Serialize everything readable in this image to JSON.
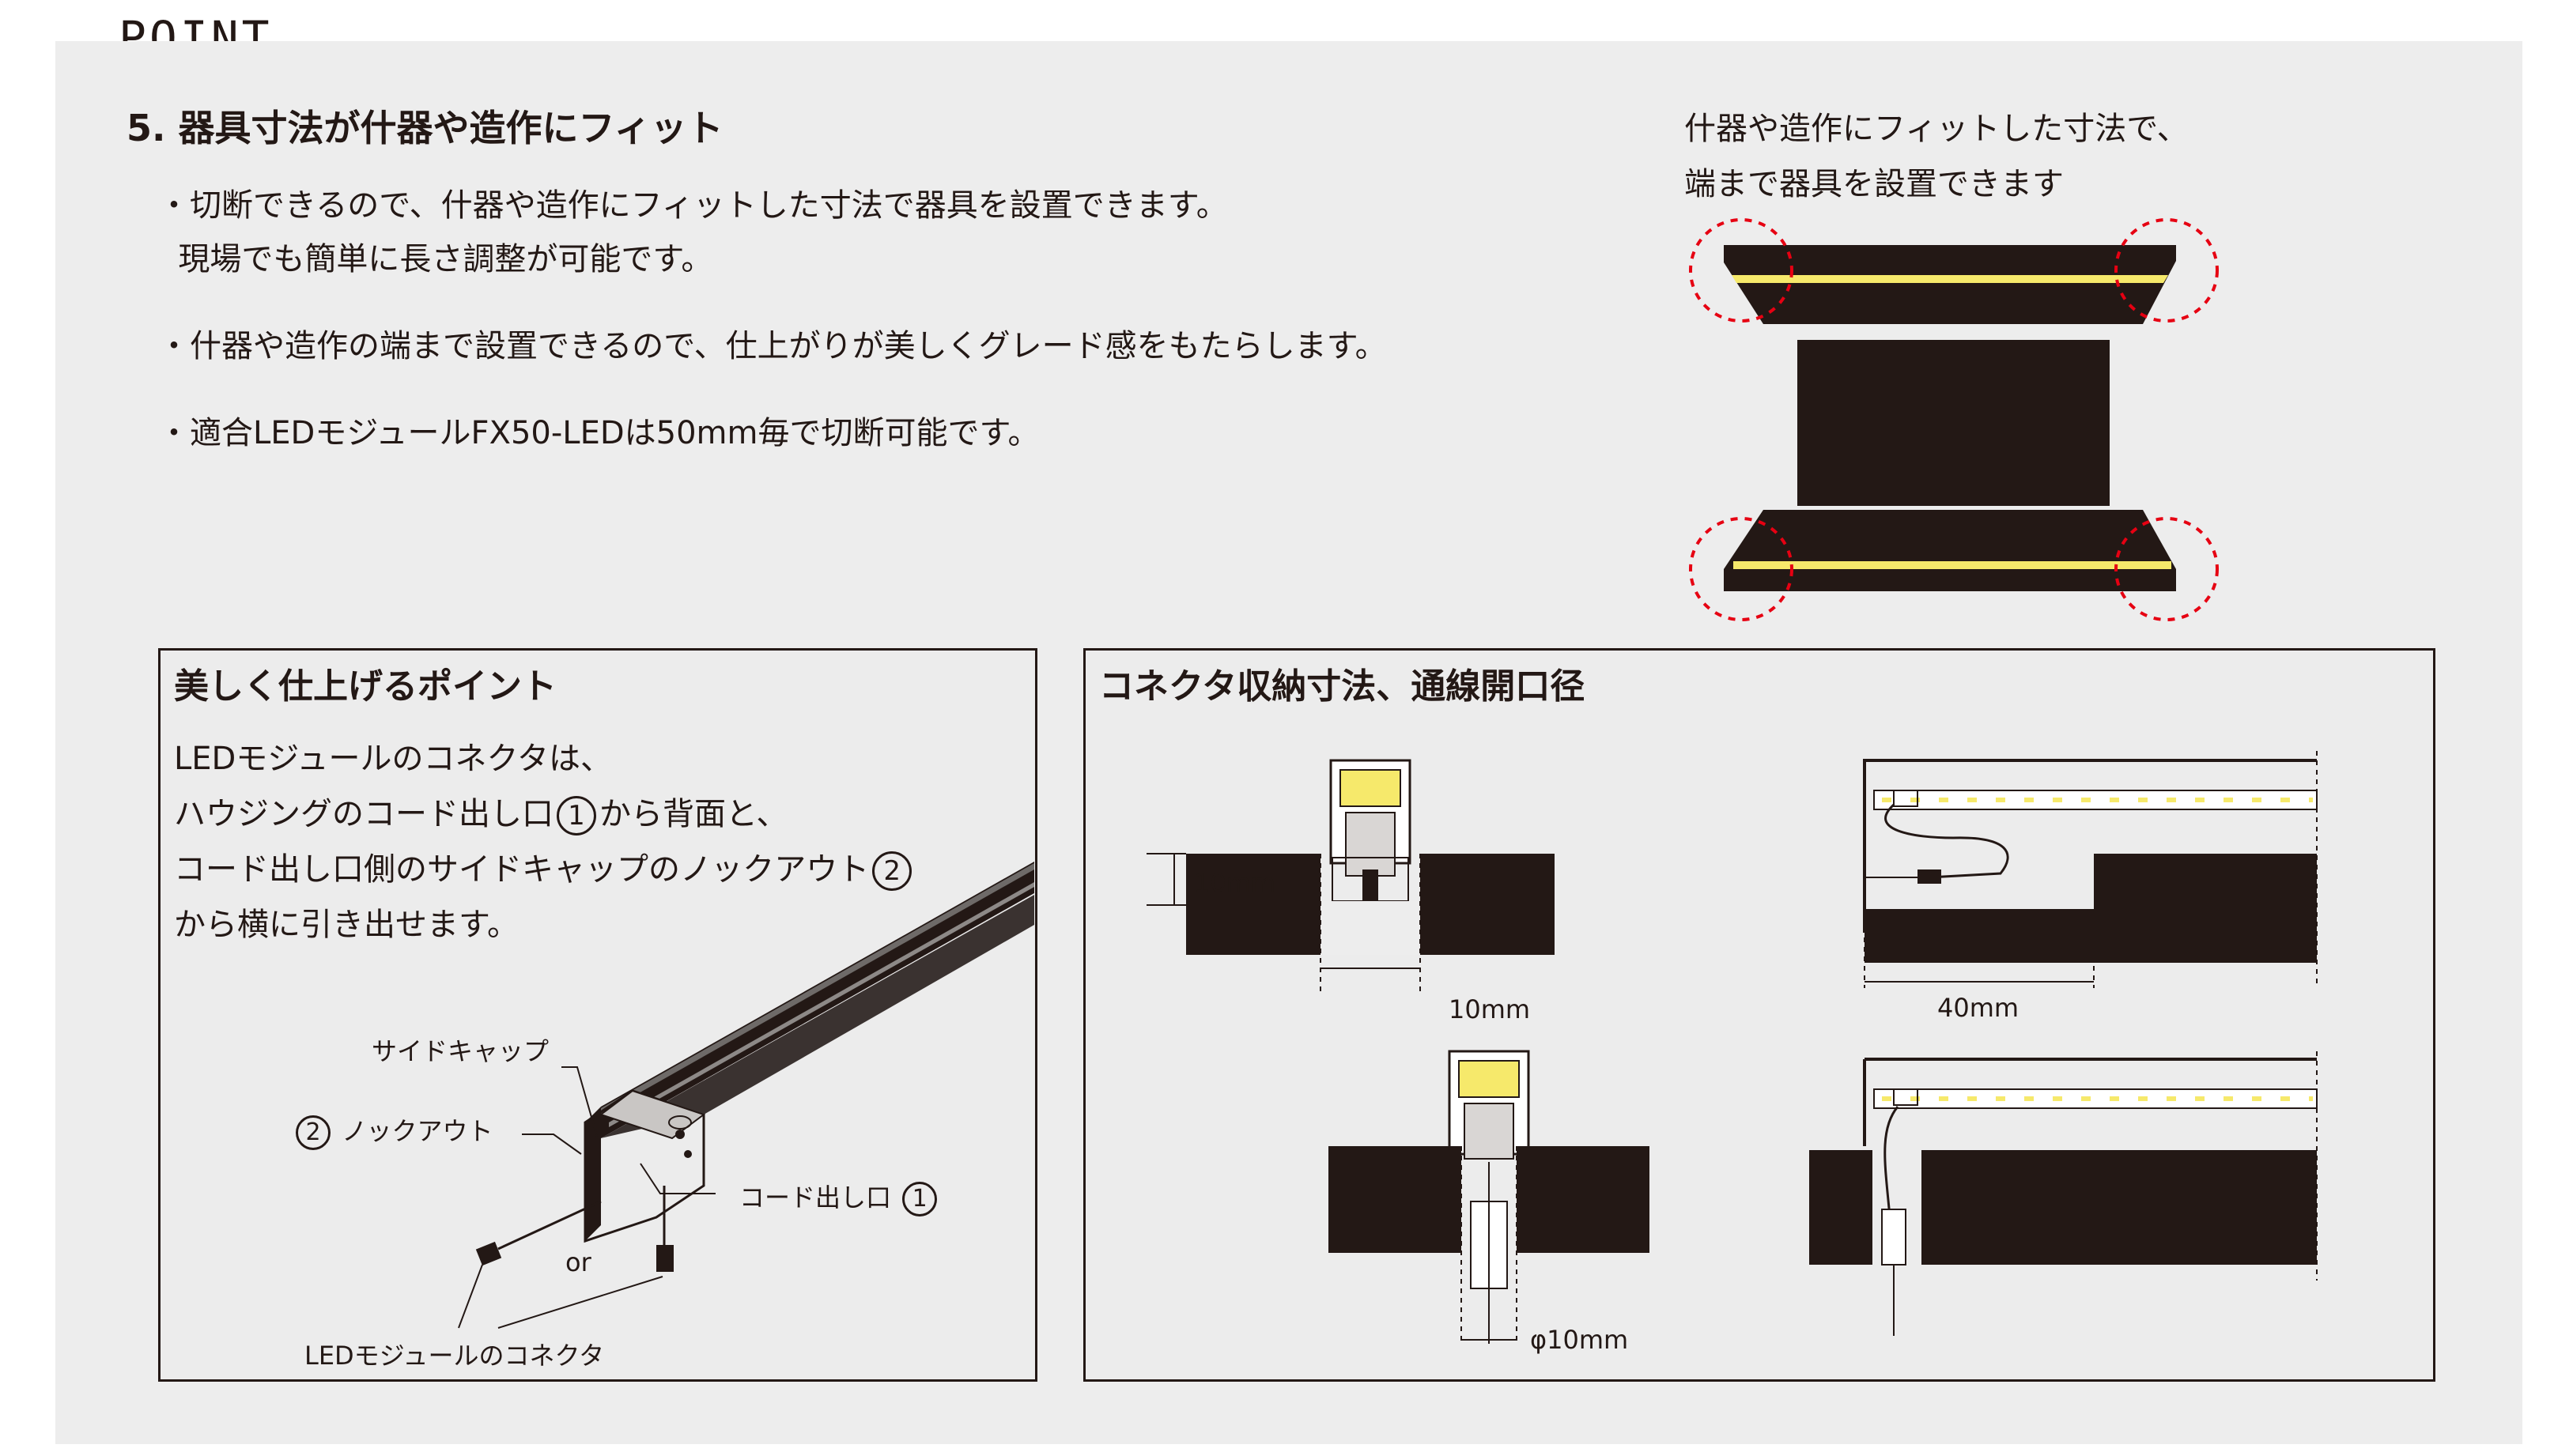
{
  "header": {
    "point_label": "POINT"
  },
  "section": {
    "title": "5. 器具寸法が什器や造作にフィット",
    "bullets": [
      "・切断できるので、什器や造作にフィットした寸法で器具を設置できます。\n  現場でも簡単に長さ調整が可能です。",
      "・什器や造作の端まで設置できるので、仕上がりが美しくグレード感をもたらします。",
      "・適合LEDモジュールFX50-LEDは50mm毎で切断可能です。"
    ]
  },
  "callout": {
    "line1": "什器や造作にフィットした寸法で、",
    "line2": "端まで器具を設置できます"
  },
  "left_box": {
    "title": "美しく仕上げるポイント",
    "line1": "LEDモジュールのコネクタは、",
    "line2a": "ハウジングのコード出し口",
    "line2b": "から背面と、",
    "line3a": "コード出し口側のサイドキャップのノックアウト",
    "line4": "から横に引き出せます。",
    "num1": "1",
    "num2": "2",
    "labels": {
      "side_cap": "サイドキャップ",
      "knockout": "ノックアウト",
      "cord_outlet": "コード出し口",
      "or": "or",
      "connector": "LEDモジュールのコネクタ"
    }
  },
  "right_box": {
    "title": "コネクタ収納寸法、通線開口径",
    "dims": {
      "height_10": "10mm",
      "width_10": "10mm",
      "depth_40": "40mm",
      "dia_10": "φ10mm"
    }
  },
  "colors": {
    "background": "#ededed",
    "dark": "#231815",
    "led_yellow": "#f6e96b",
    "dash_red": "#e60012"
  }
}
